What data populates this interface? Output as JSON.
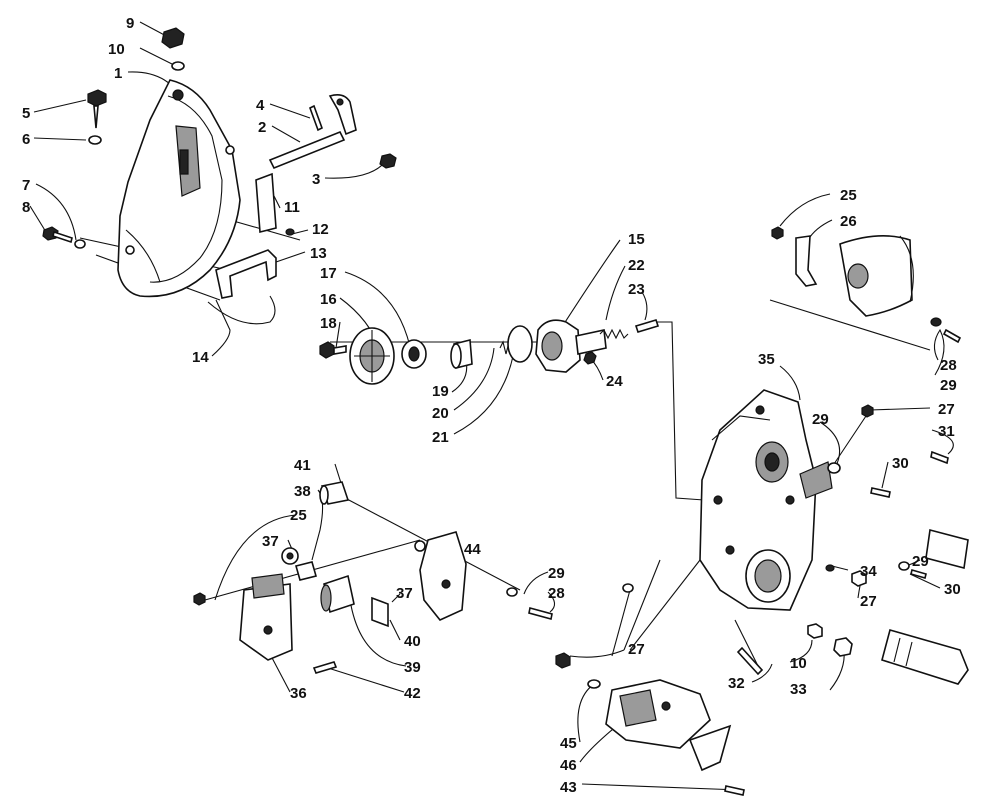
{
  "diagram": {
    "callouts": [
      {
        "id": "c9",
        "text": "9"
      },
      {
        "id": "c10a",
        "text": "10"
      },
      {
        "id": "c1",
        "text": "1"
      },
      {
        "id": "c5",
        "text": "5"
      },
      {
        "id": "c6",
        "text": "6"
      },
      {
        "id": "c7",
        "text": "7"
      },
      {
        "id": "c8",
        "text": "8"
      },
      {
        "id": "c4",
        "text": "4"
      },
      {
        "id": "c2",
        "text": "2"
      },
      {
        "id": "c3",
        "text": "3"
      },
      {
        "id": "c11",
        "text": "11"
      },
      {
        "id": "c12",
        "text": "12"
      },
      {
        "id": "c13",
        "text": "13"
      },
      {
        "id": "c14",
        "text": "14"
      },
      {
        "id": "c15",
        "text": "15"
      },
      {
        "id": "c22",
        "text": "22"
      },
      {
        "id": "c23",
        "text": "23"
      },
      {
        "id": "c17",
        "text": "17"
      },
      {
        "id": "c16",
        "text": "16"
      },
      {
        "id": "c18",
        "text": "18"
      },
      {
        "id": "c19",
        "text": "19"
      },
      {
        "id": "c20",
        "text": "20"
      },
      {
        "id": "c21",
        "text": "21"
      },
      {
        "id": "c24",
        "text": "24"
      },
      {
        "id": "c25a",
        "text": "25"
      },
      {
        "id": "c26",
        "text": "26"
      },
      {
        "id": "c28a",
        "text": "28"
      },
      {
        "id": "c29a",
        "text": "29"
      },
      {
        "id": "c35",
        "text": "35"
      },
      {
        "id": "c29b",
        "text": "29"
      },
      {
        "id": "c27a",
        "text": "27"
      },
      {
        "id": "c31",
        "text": "31"
      },
      {
        "id": "c30a",
        "text": "30"
      },
      {
        "id": "c34",
        "text": "34"
      },
      {
        "id": "c29c",
        "text": "29"
      },
      {
        "id": "c30b",
        "text": "30"
      },
      {
        "id": "c27b",
        "text": "27"
      },
      {
        "id": "c41",
        "text": "41"
      },
      {
        "id": "c38",
        "text": "38"
      },
      {
        "id": "c25b",
        "text": "25"
      },
      {
        "id": "c37a",
        "text": "37"
      },
      {
        "id": "c44",
        "text": "44"
      },
      {
        "id": "c29d",
        "text": "29"
      },
      {
        "id": "c28b",
        "text": "28"
      },
      {
        "id": "c37b",
        "text": "37"
      },
      {
        "id": "c40",
        "text": "40"
      },
      {
        "id": "c39",
        "text": "39"
      },
      {
        "id": "c36",
        "text": "36"
      },
      {
        "id": "c42",
        "text": "42"
      },
      {
        "id": "c27c",
        "text": "27"
      },
      {
        "id": "c10b",
        "text": "10"
      },
      {
        "id": "c32",
        "text": "32"
      },
      {
        "id": "c33",
        "text": "33"
      },
      {
        "id": "c45",
        "text": "45"
      },
      {
        "id": "c46",
        "text": "46"
      },
      {
        "id": "c43",
        "text": "43"
      }
    ]
  }
}
